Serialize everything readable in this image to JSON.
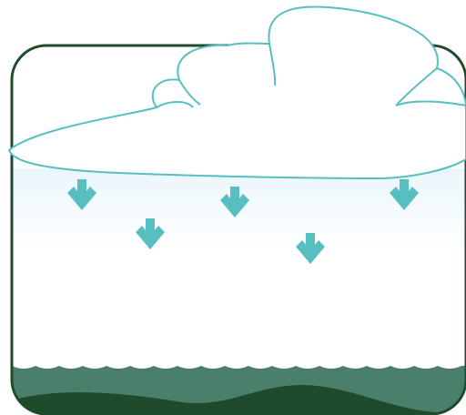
{
  "illustration": {
    "colors": {
      "frame_stroke": "#1f4a2c",
      "water_surface": "#4a7f6b",
      "seabed": "#1f4a2c",
      "cloud_outline": "#58bfc0",
      "cloud_fill": "#ffffff",
      "air_mist": "#eaf6fb",
      "arrow": "#58bfc0",
      "background": "#ffffff"
    },
    "arrows": [
      {
        "name": "rain-arrow-1",
        "icon": "down-arrow-icon"
      },
      {
        "name": "rain-arrow-2",
        "icon": "down-arrow-icon"
      },
      {
        "name": "rain-arrow-3",
        "icon": "down-arrow-icon"
      },
      {
        "name": "rain-arrow-4",
        "icon": "down-arrow-icon"
      },
      {
        "name": "rain-arrow-5",
        "icon": "down-arrow-icon"
      }
    ]
  }
}
